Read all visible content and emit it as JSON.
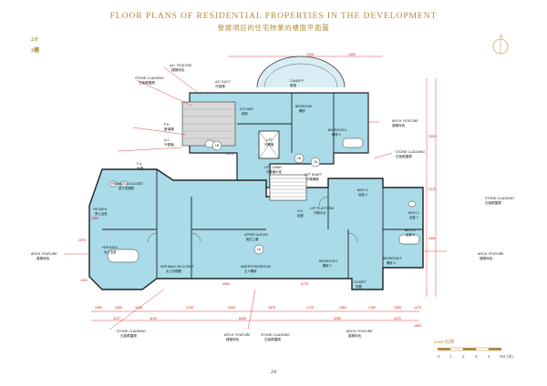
{
  "header": {
    "title_en": "FLOOR PLANS OF RESIDENTIAL PROPERTIES IN THE DEVELOPMENT",
    "title_cn": "發展項目的住宅物業的樓面平面圖"
  },
  "floor": {
    "en": "2/F",
    "cn": "2樓"
  },
  "compass": {
    "label": "N"
  },
  "callouts": {
    "arch_feature_top": "A/C. FEATURE",
    "arch_feature_top_cn": "建築特色",
    "stone_cladding_top": "STONE CLADDING",
    "stone_cladding_top_cn": "石板覆蓋層",
    "ac_duct": "A/C DUCT",
    "ac_duct_cn": "冷氣槽",
    "pd": "P.D.",
    "pd_cn": "管道槽",
    "ac": "A.C.",
    "ac_cn": "冷氣機",
    "trs_pd": "T.R.S.",
    "fa": "F.A.",
    "fa_cn": "外牆",
    "canopy": "CANOPY",
    "canopy_cn": "簷篷",
    "arch_feature_right": "ARCH. FEATURE",
    "arch_feature_right_cn": "建築特色",
    "stone_cladding_right": "STONE CLADDING",
    "stone_cladding_right_cn": "石板覆蓋層",
    "stone_cladding_far_right": "STONE CLADDING",
    "stone_cladding_far_right_cn": "石板覆蓋層",
    "arch_feature_left": "ARCH. FEATURE",
    "arch_feature_left_cn": "建築特色",
    "arch_feature_mid_right": "ARCH. FEATURE",
    "arch_feature_mid_right_cn": "建築特色",
    "stone_cladding_bottom": "STONE CLADDING",
    "stone_cladding_bottom_cn": "石板覆蓋層",
    "arch_feature_bottom1": "ARCH. FEATURE",
    "arch_feature_bottom1_cn": "建築特色",
    "stone_cladding_bottom2": "STONE CLADDING",
    "stone_cladding_bottom2_cn": "石板覆蓋層",
    "arch_feature_bottom2": "ARCH. FEATURE",
    "arch_feature_bottom2_cn": "建築特色"
  },
  "rooms": {
    "kitchen": "KITCHEN",
    "kitchen_cn": "廚房",
    "bedroom_top": "BEDROOM",
    "bedroom_top_cn": "睡房",
    "bedroom4": "BEDROOM 4",
    "bedroom4_cn": "睡房 4",
    "lift": "LIFT",
    "lift_cn": "升降機",
    "lift_lobby": "LIFT LOBBY",
    "lift_lobby_cn": "升降機大堂",
    "lift_shaft": "LIFT SHAFT",
    "lift_shaft_cn": "升降機槽",
    "lift_platform": "LIFT PLATFORM",
    "lift_platform_cn": "升降平台",
    "his_walk_in": "HIS WALK-IN CLOSET",
    "his_walk_in_cn": "男士衣帽間",
    "his_bath": "HIS BATH",
    "his_bath_cn": "男士浴室",
    "her_bath": "HER BATH",
    "her_bath_cn": "女士浴室",
    "her_walk_in": "HER WALK-IN CLOSET",
    "her_walk_in_cn": "女士衣帽間",
    "upper_duplex": "UPPER DUPLEX",
    "upper_duplex_cn": "複式上層",
    "master_bedroom": "MASTER BEDROOM",
    "master_bedroom_cn": "主人睡房",
    "bedroom2": "BEDROOM 2",
    "bedroom2_cn": "睡房 2",
    "bedroom3": "BEDROOM 3",
    "bedroom3_cn": "睡房 3",
    "bath2": "BATH 2",
    "bath2_cn": "浴室 2",
    "bath3": "BATH 3",
    "bath3_cn": "浴室 3",
    "closet": "CLOSET",
    "closet_cn": "衣櫃",
    "hr": "H.R.",
    "hr_cn": "走廊",
    "bath4": "BATH 4",
    "bath4_cn": "浴室 4",
    "flat_1a": "1A",
    "flat_1b": "1B",
    "flat_7a": "7A",
    "flat_7b": "7B"
  },
  "dimensions": {
    "top1": "2425",
    "top2": "2450",
    "left1": "3350",
    "left2": "2975",
    "left3": "1450",
    "mid1": "4050",
    "mid2": "4775",
    "right1": "3300",
    "right2": "3270",
    "right3": "4350",
    "b1": "1450",
    "b2": "1530",
    "b3": "1545",
    "b4": "2130",
    "b5": "2300",
    "b6": "1870",
    "b7": "1720",
    "b8": "1580",
    "b9": "1780",
    "b10": "1530",
    "b11": "1475",
    "bb1": "4127",
    "bb2": "1150",
    "bb3": "6200",
    "bb4": "4250",
    "bb5": "4231",
    "bb6": "1500"
  },
  "scale": {
    "label": "Scale 比例",
    "ticks": [
      "0",
      "1",
      "2",
      "3",
      "4",
      "5M (米)"
    ]
  },
  "page_number": "24",
  "colors": {
    "gold": "#b08d3c",
    "room_fill": "#a9dbe8",
    "dimension": "#d11111"
  }
}
